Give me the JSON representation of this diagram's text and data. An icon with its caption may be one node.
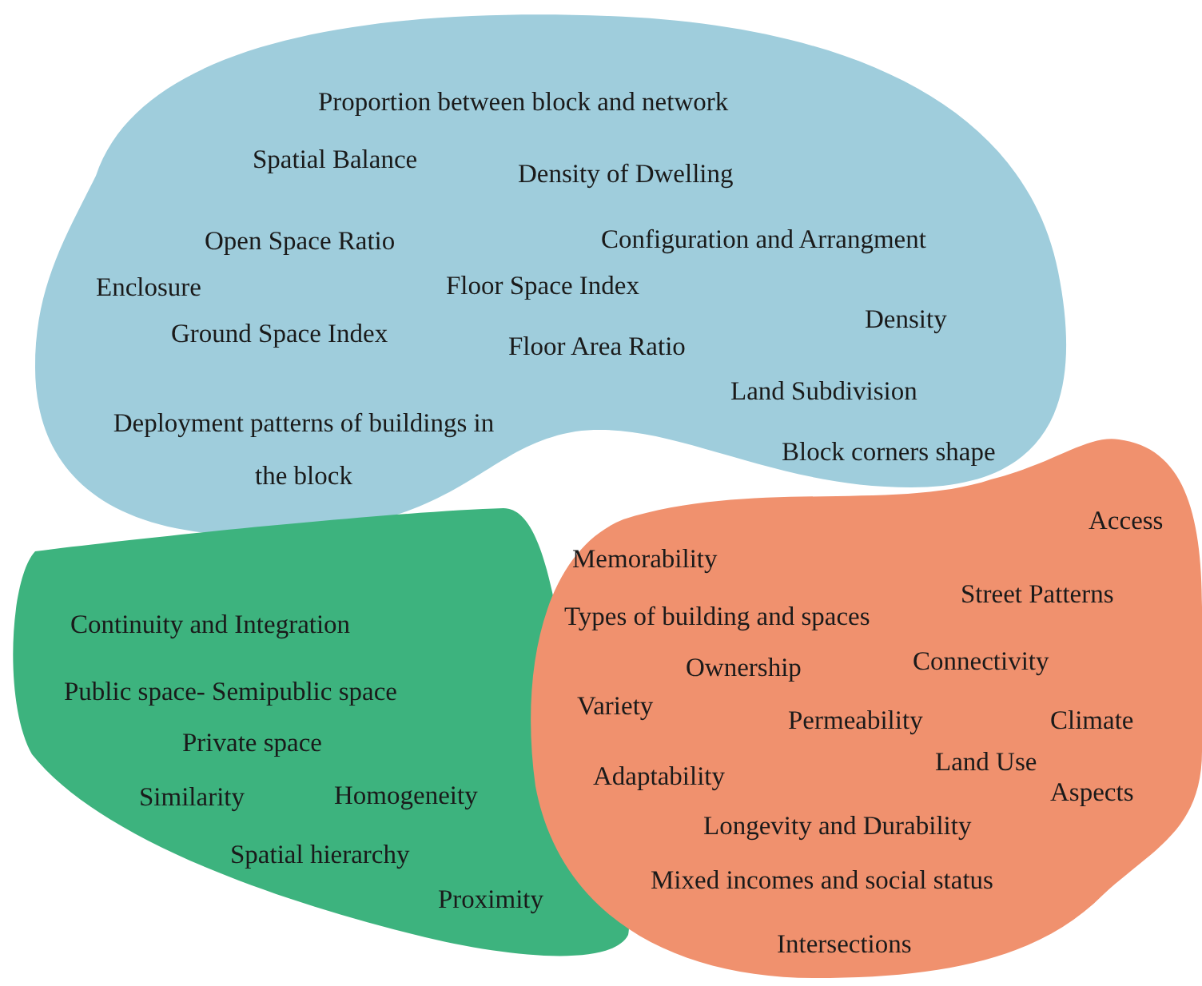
{
  "diagram": {
    "nodes": [
      {
        "text": [
          "Proportion between block and network",
          "Spatial Balance",
          "Density of Dwelling",
          "Open Space Ratio",
          "Configuration and Arrangment",
          "Enclosure",
          "Floor Space Index",
          "Density",
          "Ground Space Index",
          "Floor Area Ratio",
          "Land Subdivision",
          "Deployment patterns of buildings in the block",
          "Block corners shape"
        ]
      },
      {
        "text": [
          "Continuity and Integration",
          "Public space- Semipublic space",
          "Private space",
          "Similarity",
          "Homogeneity",
          "Spatial hierarchy",
          "Proximity"
        ]
      },
      {
        "text": [
          "Access",
          "Memorability",
          "Street Patterns",
          "Types of building and spaces",
          "Ownership",
          "Connectivity",
          "Variety",
          "Permeability",
          "Climate",
          "Land Use",
          "Adaptability",
          "Aspects",
          "Longevity and Durability",
          "Mixed incomes and social status",
          "Intersections"
        ]
      }
    ]
  }
}
